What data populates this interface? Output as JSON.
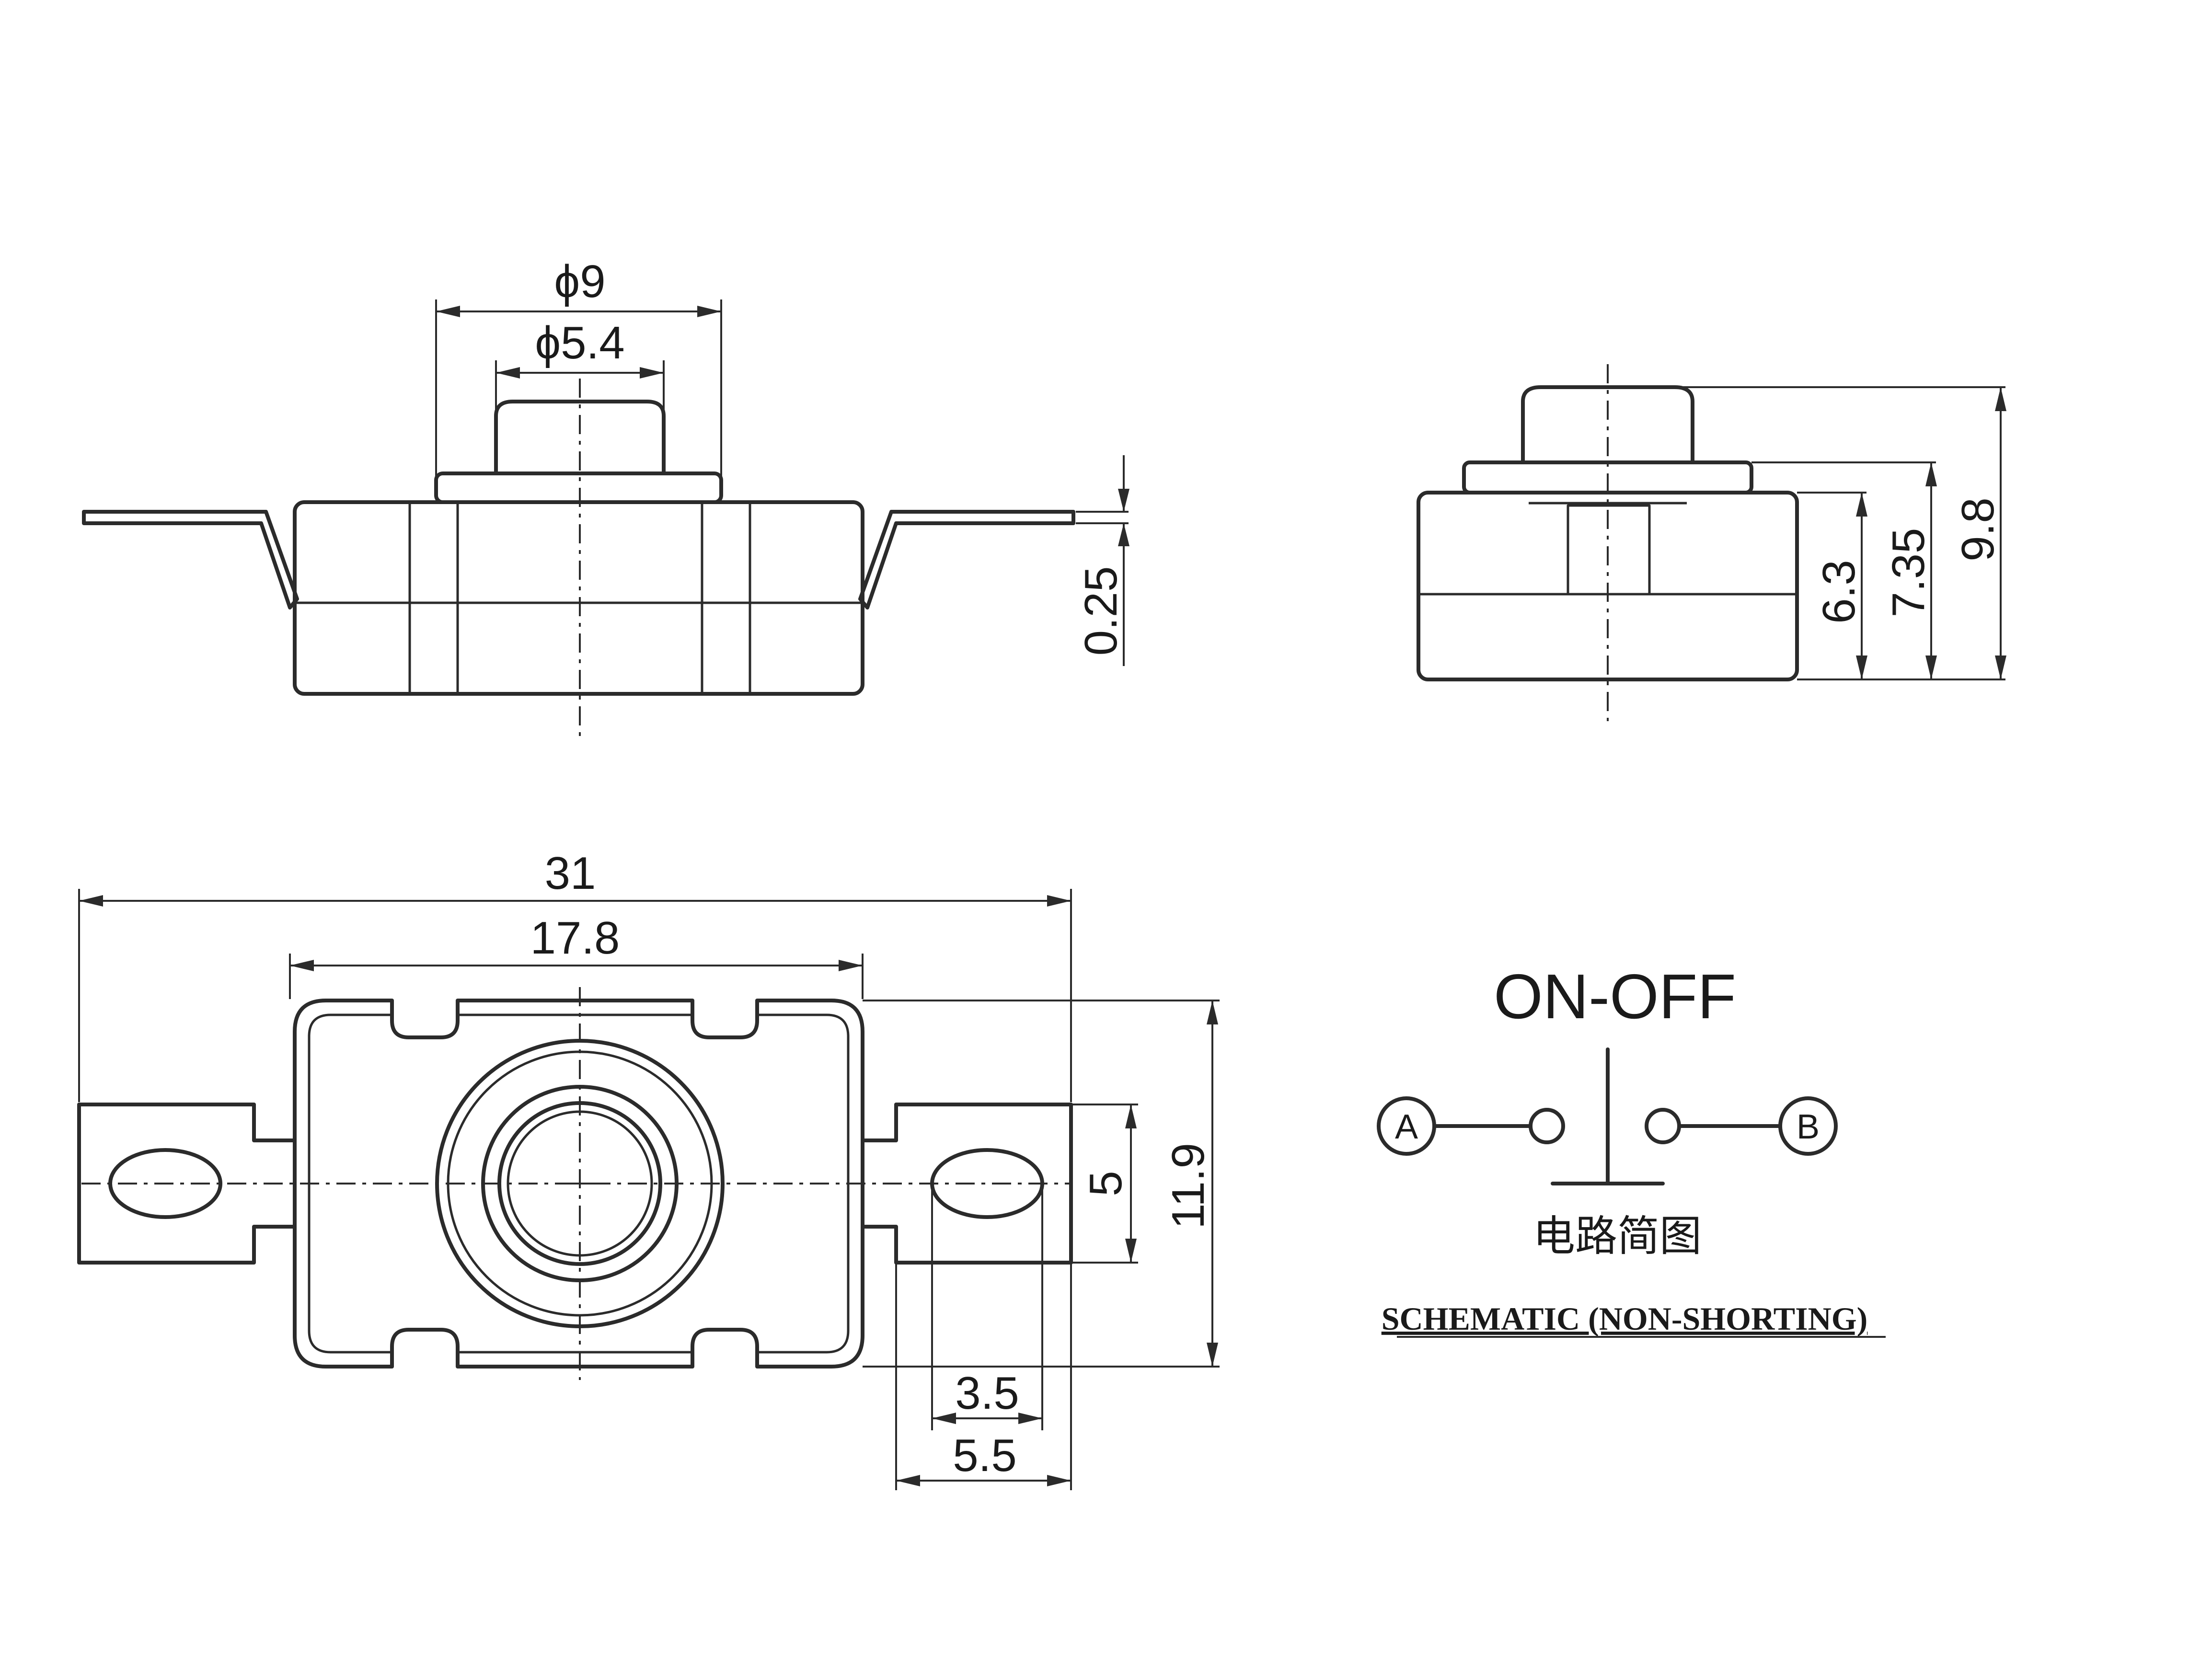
{
  "front_view": {
    "dim_outer_dia": "ϕ9",
    "dim_cap_dia": "ϕ5.4",
    "dim_terminal_thickness": "0.25"
  },
  "side_view": {
    "dim_body_height": "6.3",
    "dim_step_height": "7.35",
    "dim_total_height": "9.8"
  },
  "top_view": {
    "dim_overall_length": "31",
    "dim_body_length": "17.8",
    "dim_terminal_width": "5",
    "dim_body_width": "11.9",
    "dim_slot_length": "3.5",
    "dim_terminal_length": "5.5"
  },
  "schematic": {
    "title": "ON-OFF",
    "terminal_a": "A",
    "terminal_b": "B",
    "caption_cn": "电路简图",
    "caption_en": "SCHEMATIC (NON-SHORTING)"
  }
}
